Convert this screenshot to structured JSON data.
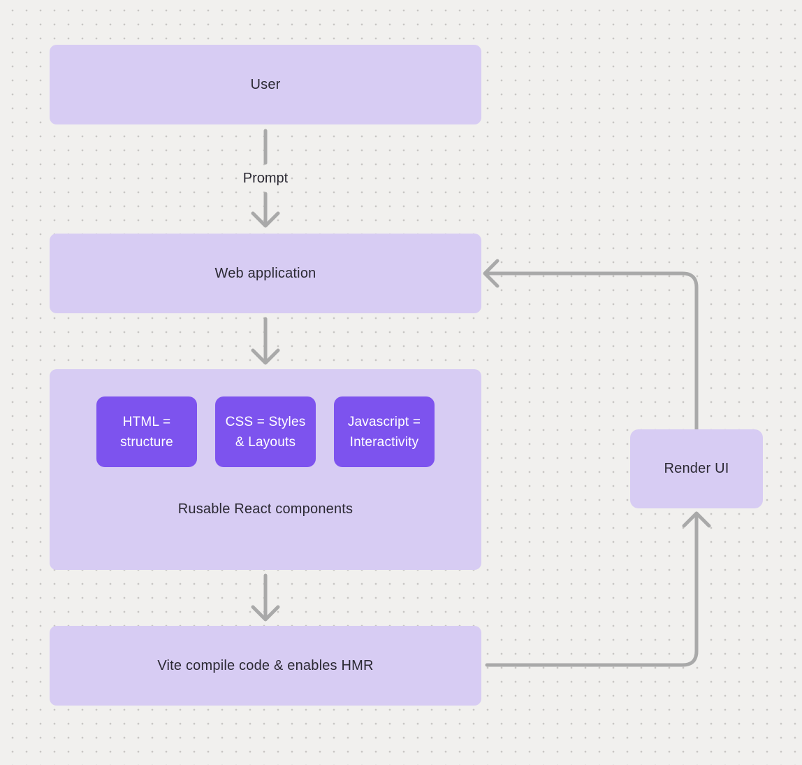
{
  "diagram": {
    "nodes": {
      "user": {
        "label": "User"
      },
      "web_application": {
        "label": "Web application"
      },
      "components_group": {
        "caption": "Rusable React components"
      },
      "component_html": {
        "line1": "HTML =",
        "line2": "structure"
      },
      "component_css": {
        "line1": "CSS = Styles",
        "line2": "& Layouts"
      },
      "component_js": {
        "line1": "Javascript =",
        "line2": "Interactivity"
      },
      "vite": {
        "label": "Vite compile code & enables HMR"
      },
      "render_ui": {
        "label": "Render UI"
      }
    },
    "edges": {
      "prompt_label": "Prompt"
    },
    "colors": {
      "node_fill": "#d7ccf3",
      "component_fill": "#7d53ee",
      "component_text": "#ffffff",
      "arrow": "#a9a9a9",
      "text": "#2b2933",
      "background": "#f1f0ee",
      "dot_grid": "#c8c6c4"
    }
  }
}
